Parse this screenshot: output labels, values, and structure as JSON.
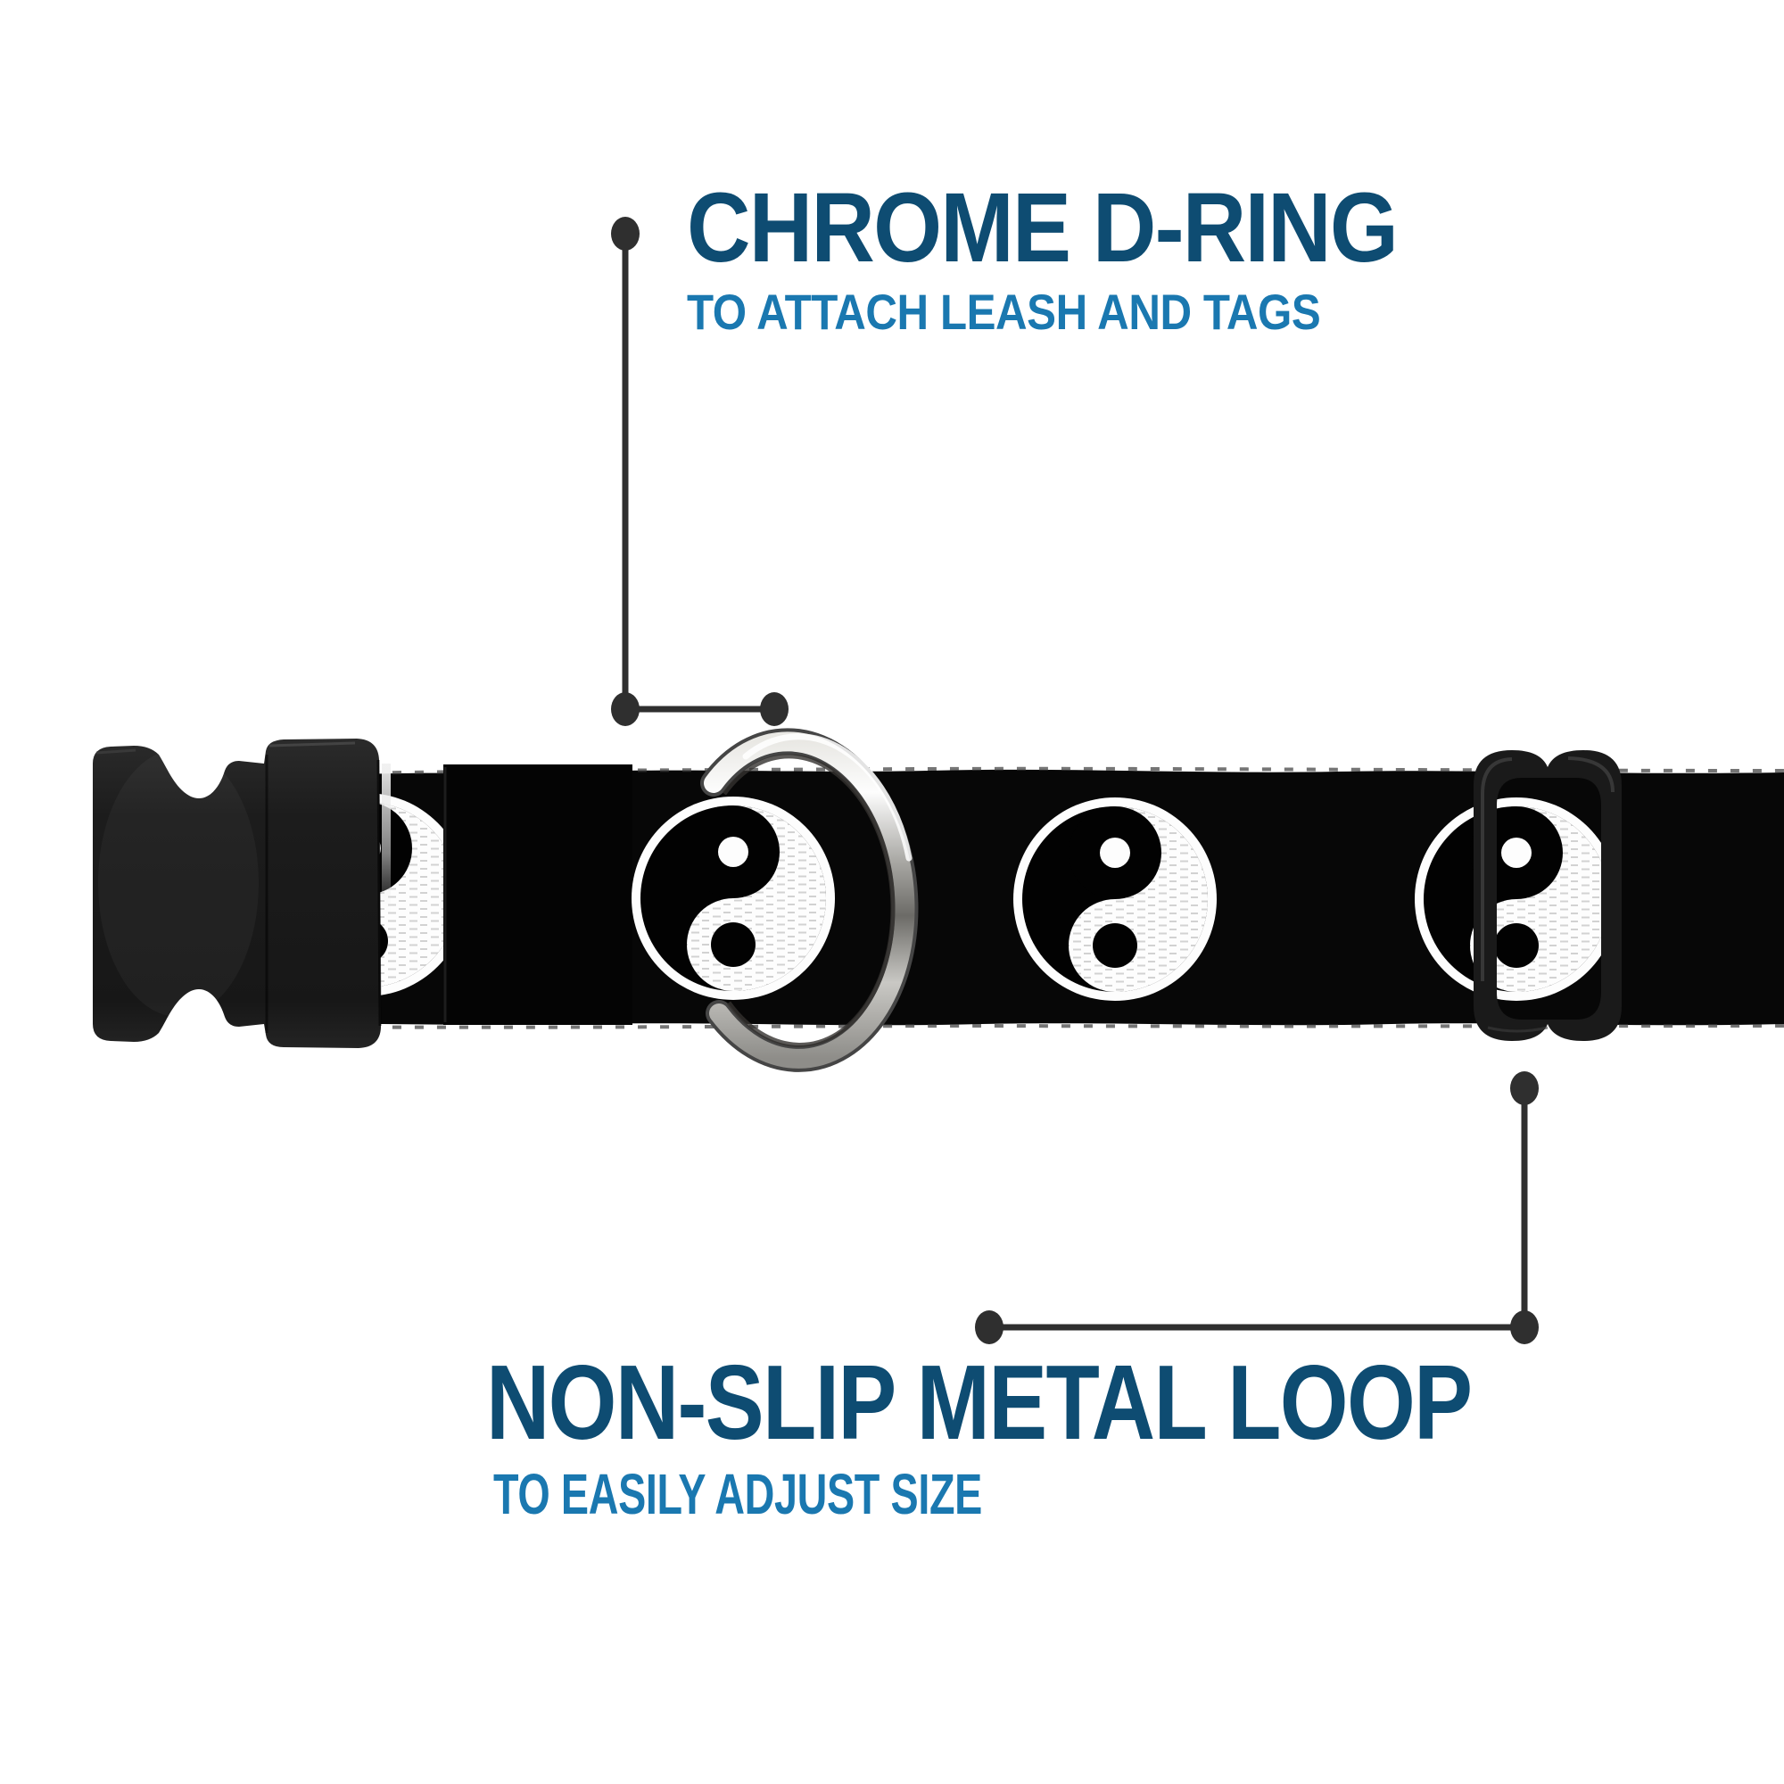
{
  "colors": {
    "background": "#ffffff",
    "headline": "#0e4c72",
    "subheadline": "#1a78b0",
    "callout-line": "#2f2f2f",
    "band-black": "#070707",
    "plastic-black": "#1f1f1f",
    "chrome-silver": "#c9c8c4",
    "pattern-white": "#fdfdfd"
  },
  "callouts": {
    "top": {
      "title": "CHROME D-RING",
      "subtitle": "TO ATTACH LEASH AND TAGS"
    },
    "bottom": {
      "title": "NON-SLIP METAL LOOP",
      "subtitle": "TO EASILY ADJUST SIZE"
    }
  },
  "product": {
    "parts": [
      "side-release-buckle",
      "collar-band",
      "chrome-d-ring",
      "metal-loop-slider"
    ],
    "pattern_icon": "yin-yang",
    "pattern_count_visible": 4
  }
}
